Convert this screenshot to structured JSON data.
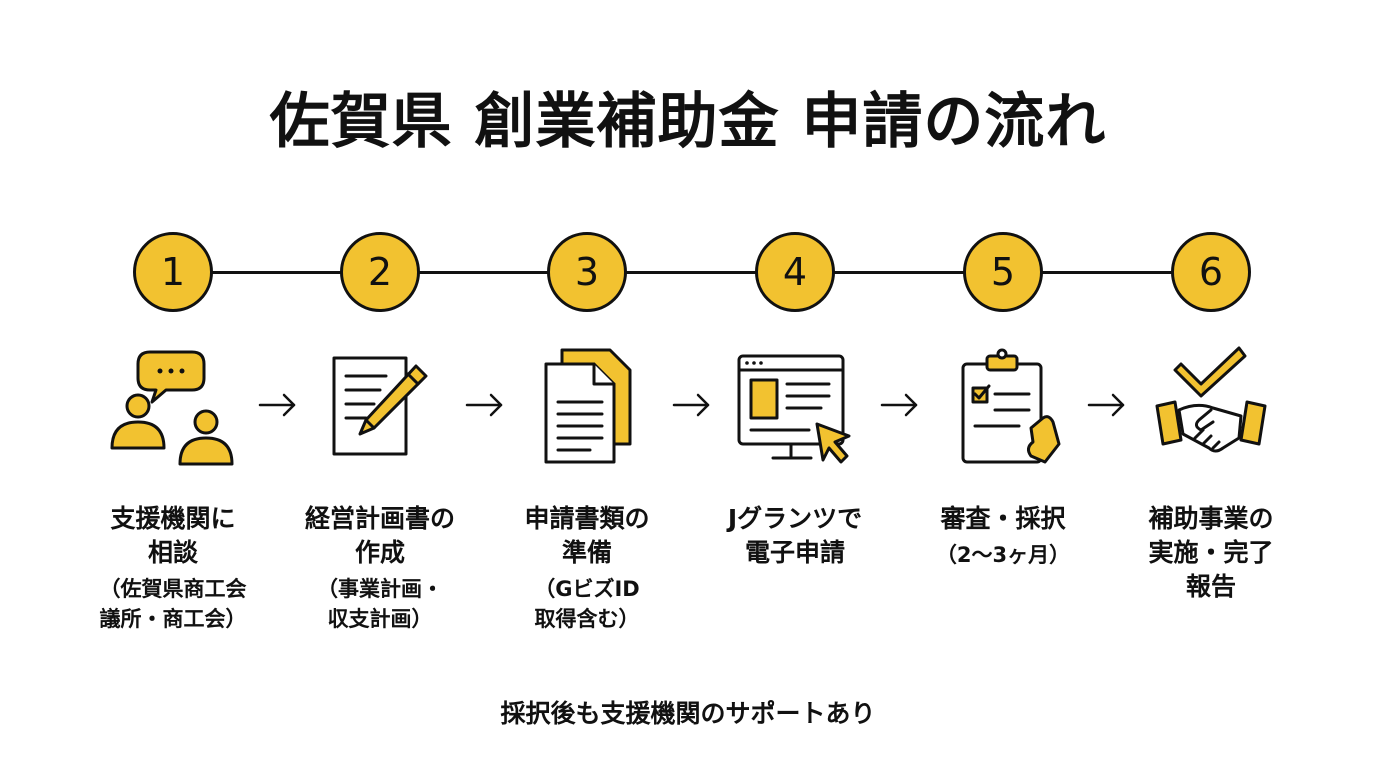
{
  "title": "佐賀県 創業補助金 申請の流れ",
  "steps": [
    {
      "number": "1",
      "label_lines": [
        "支援機関に",
        "相談"
      ],
      "sub_lines": [
        "（佐賀県商工会",
        "議所・商工会）"
      ],
      "icon": "consultation-people-icon"
    },
    {
      "number": "2",
      "label_lines": [
        "経営計画書の",
        "作成"
      ],
      "sub_lines": [
        "（事業計画・",
        "収支計画）"
      ],
      "icon": "document-pen-icon"
    },
    {
      "number": "3",
      "label_lines": [
        "申請書類の",
        "準備"
      ],
      "sub_lines": [
        "（GビズID",
        "取得含む）"
      ],
      "icon": "documents-stack-icon"
    },
    {
      "number": "4",
      "label_lines": [
        "Jグランツで",
        "電子申請"
      ],
      "sub_lines": [],
      "icon": "computer-monitor-cursor-icon"
    },
    {
      "number": "5",
      "label_lines": [
        "審査・採択"
      ],
      "sub_lines": [
        "（2〜3ヶ月）"
      ],
      "icon": "clipboard-checklist-icon"
    },
    {
      "number": "6",
      "label_lines": [
        "補助事業の",
        "実施・完了",
        "報告"
      ],
      "sub_lines": [],
      "icon": "handshake-check-icon"
    }
  ],
  "footer": "採択後も支援機関のサポートあり",
  "colors": {
    "accent": "#f2c230",
    "ink": "#111111",
    "background": "#ffffff"
  }
}
